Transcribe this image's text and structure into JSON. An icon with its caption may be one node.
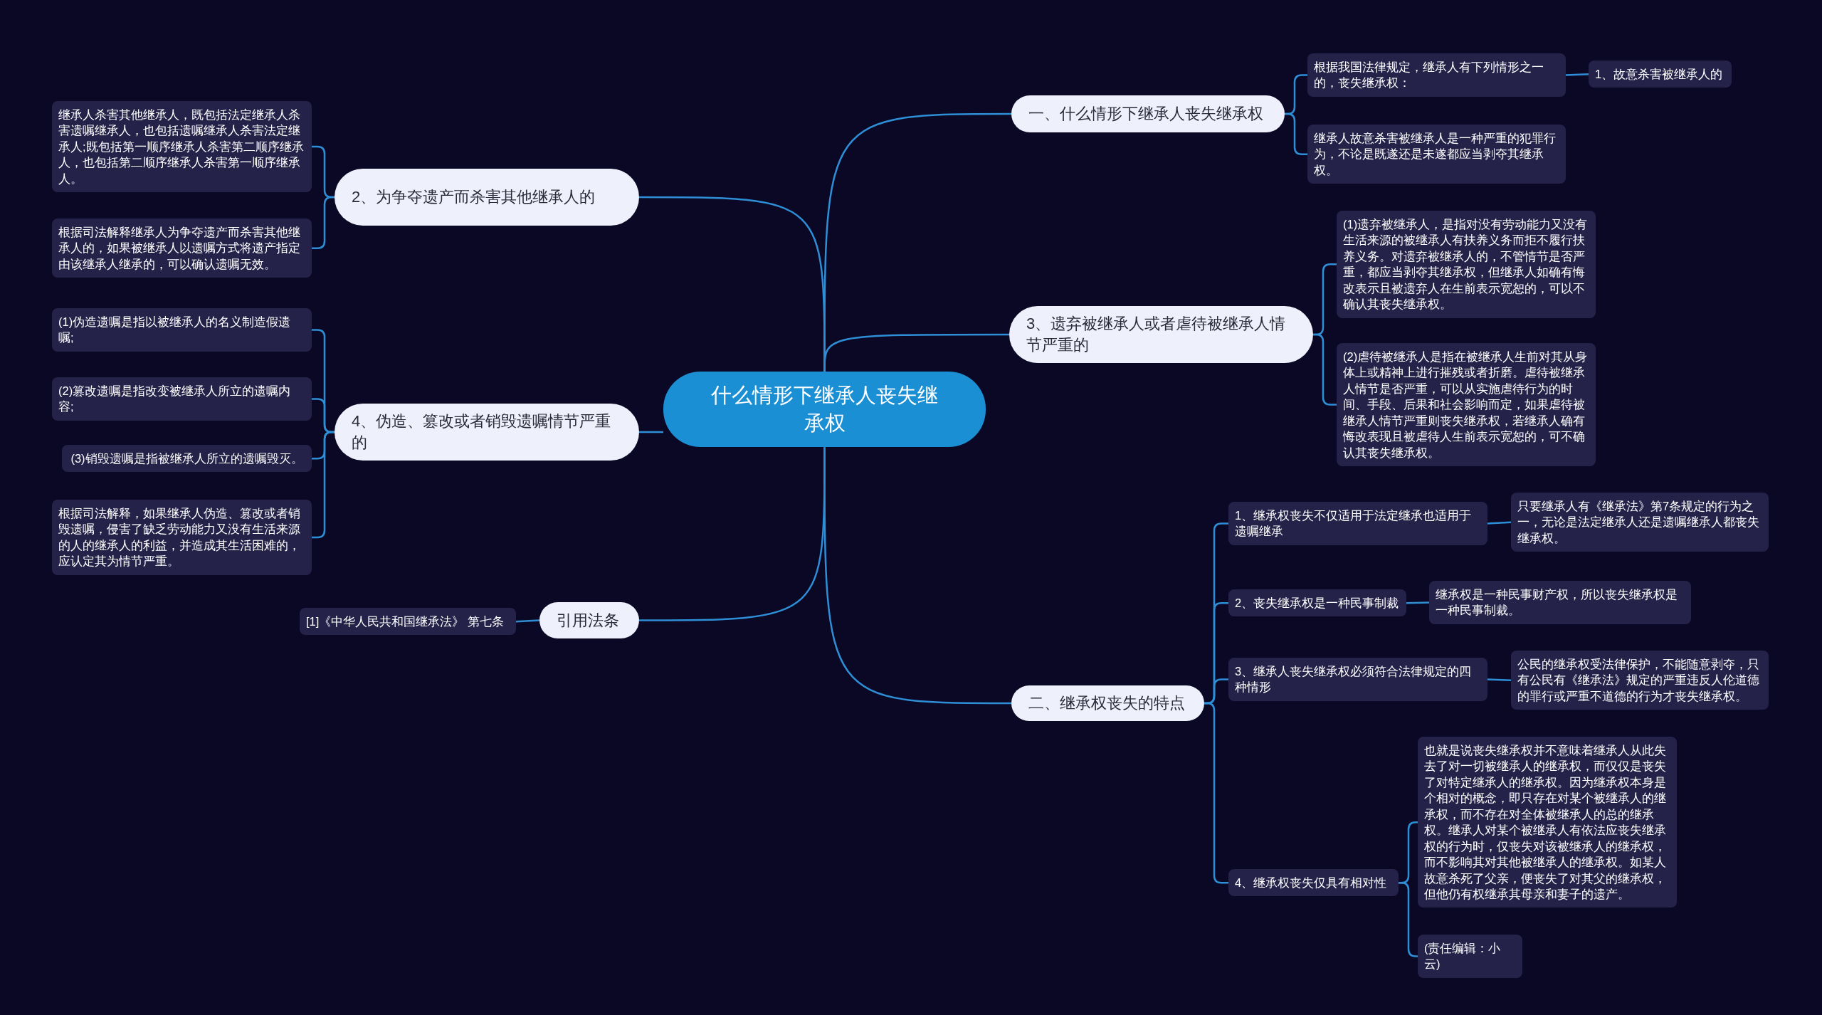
{
  "diagram": {
    "nodes": [
      {
        "text": [
          "什么情形下继承人丧失继承权"
        ]
      },
      {
        "text": [
          "一、什么情形下继承人丧失继承权"
        ]
      },
      {
        "text": [
          "根据我国法律规定，继承人有下列情形之一的，丧失继承权："
        ]
      },
      {
        "text": [
          "1、故意杀害被继承人的"
        ]
      },
      {
        "text": [
          "继承人故意杀害被继承人是一种严重的犯罪行为，不论是既遂还是未遂都应当剥夺其继承权。"
        ]
      },
      {
        "text": [
          "3、遗弃被继承人或者虐待被继承人情节严重的"
        ]
      },
      {
        "text": [
          "(1)遗弃被继承人，是指对没有劳动能力又没有生活来源的被继承人有扶养义务而拒不履行扶养义务。对遗弃被继承人的，不管情节是否严重，都应当剥夺其继承权，但继承人如确有悔改表示且被遗弃人在生前表示宽恕的，可以不确认其丧失继承权。"
        ]
      },
      {
        "text": [
          "(2)虐待被继承人是指在被继承人生前对其从身体上或精神上进行摧残或者折磨。虐待被继承人情节是否严重，可以从实施虐待行为的时间、手段、后果和社会影响而定，如果虐待被继承人情节严重则丧失继承权，若继承人确有悔改表现且被虐待人生前表示宽恕的，可不确认其丧失继承权。"
        ]
      },
      {
        "text": [
          "二、继承权丧失的特点"
        ]
      },
      {
        "text": [
          "1、继承权丧失不仅适用于法定继承也适用于遗嘱继承"
        ]
      },
      {
        "text": [
          "只要继承人有《继承法》第7条规定的行为之一，无论是法定继承人还是遗嘱继承人都丧失继承权。"
        ]
      },
      {
        "text": [
          "2、丧失继承权是一种民事制裁"
        ]
      },
      {
        "text": [
          "继承权是一种民事财产权，所以丧失继承权是一种民事制裁。"
        ]
      },
      {
        "text": [
          "3、继承人丧失继承权必须符合法律规定的四种情形"
        ]
      },
      {
        "text": [
          "公民的继承权受法律保护，不能随意剥夺，只有公民有《继承法》规定的严重违反人伦道德的罪行或严重不道德的行为才丧失继承权。"
        ]
      },
      {
        "text": [
          "4、继承权丧失仅具有相对性"
        ]
      },
      {
        "text": [
          "也就是说丧失继承权并不意味着继承人从此失去了对一切被继承人的继承权，而仅仅是丧失了对特定继承人的继承权。因为继承权本身是个相对的概念，即只存在对某个被继承人的继承权，而不存在对全体被继承人的总的继承权。继承人对某个被继承人有依法应丧失继承权的行为时，仅丧失对该被继承人的继承权，而不影响其对其他被继承人的继承权。如某人故意杀死了父亲，便丧失了对其父的继承权，但他仍有权继承其母亲和妻子的遗产。"
        ]
      },
      {
        "text": [
          "(责任编辑：小云)"
        ]
      },
      {
        "text": [
          "2、为争夺遗产而杀害其他继承人的"
        ]
      },
      {
        "text": [
          "继承人杀害其他继承人，既包括法定继承人杀害遗嘱继承人，也包括遗嘱继承人杀害法定继承人;既包括第一顺序继承人杀害第二顺序继承人，也包括第二顺序继承人杀害第一顺序继承人。"
        ]
      },
      {
        "text": [
          "根据司法解释继承人为争夺遗产而杀害其他继承人的，如果被继承人以遗嘱方式将遗产指定由该继承人继承的，可以确认遗嘱无效。"
        ]
      },
      {
        "text": [
          "4、伪造、篡改或者销毁遗嘱情节严重的"
        ]
      },
      {
        "text": [
          "(1)伪造遗嘱是指以被继承人的名义制造假遗嘱;"
        ]
      },
      {
        "text": [
          "(2)篡改遗嘱是指改变被继承人所立的遗嘱内容;"
        ]
      },
      {
        "text": [
          "(3)销毁遗嘱是指被继承人所立的遗嘱毁灭。"
        ]
      },
      {
        "text": [
          "根据司法解释，如果继承人伪造、篡改或者销毁遗嘱，侵害了缺乏劳动能力又没有生活来源的人的继承人的利益，并造成其生活困难的，应认定其为情节严重。"
        ]
      },
      {
        "text": [
          "引用法条"
        ]
      },
      {
        "text": [
          "[1]《中华人民共和国继承法》 第七条"
        ]
      }
    ],
    "edges": [
      {
        "from": 0,
        "to": 1,
        "arrow": "none"
      },
      {
        "from": 1,
        "to": 2,
        "arrow": "none"
      },
      {
        "from": 2,
        "to": 3,
        "arrow": "none"
      },
      {
        "from": 1,
        "to": 4,
        "arrow": "none"
      },
      {
        "from": 0,
        "to": 5,
        "arrow": "none"
      },
      {
        "from": 5,
        "to": 6,
        "arrow": "none"
      },
      {
        "from": 5,
        "to": 7,
        "arrow": "none"
      },
      {
        "from": 0,
        "to": 8,
        "arrow": "none"
      },
      {
        "from": 8,
        "to": 9,
        "arrow": "none"
      },
      {
        "from": 9,
        "to": 10,
        "arrow": "none"
      },
      {
        "from": 8,
        "to": 11,
        "arrow": "none"
      },
      {
        "from": 11,
        "to": 12,
        "arrow": "none"
      },
      {
        "from": 8,
        "to": 13,
        "arrow": "none"
      },
      {
        "from": 13,
        "to": 14,
        "arrow": "none"
      },
      {
        "from": 8,
        "to": 15,
        "arrow": "none"
      },
      {
        "from": 15,
        "to": 16,
        "arrow": "none"
      },
      {
        "from": 15,
        "to": 17,
        "arrow": "none"
      },
      {
        "from": 0,
        "to": 18,
        "arrow": "none"
      },
      {
        "from": 18,
        "to": 19,
        "arrow": "none"
      },
      {
        "from": 18,
        "to": 20,
        "arrow": "none"
      },
      {
        "from": 0,
        "to": 21,
        "arrow": "none"
      },
      {
        "from": 21,
        "to": 22,
        "arrow": "none"
      },
      {
        "from": 21,
        "to": 23,
        "arrow": "none"
      },
      {
        "from": 21,
        "to": 24,
        "arrow": "none"
      },
      {
        "from": 21,
        "to": 25,
        "arrow": "none"
      },
      {
        "from": 0,
        "to": 26,
        "arrow": "none"
      },
      {
        "from": 26,
        "to": 27,
        "arrow": "none"
      }
    ]
  }
}
